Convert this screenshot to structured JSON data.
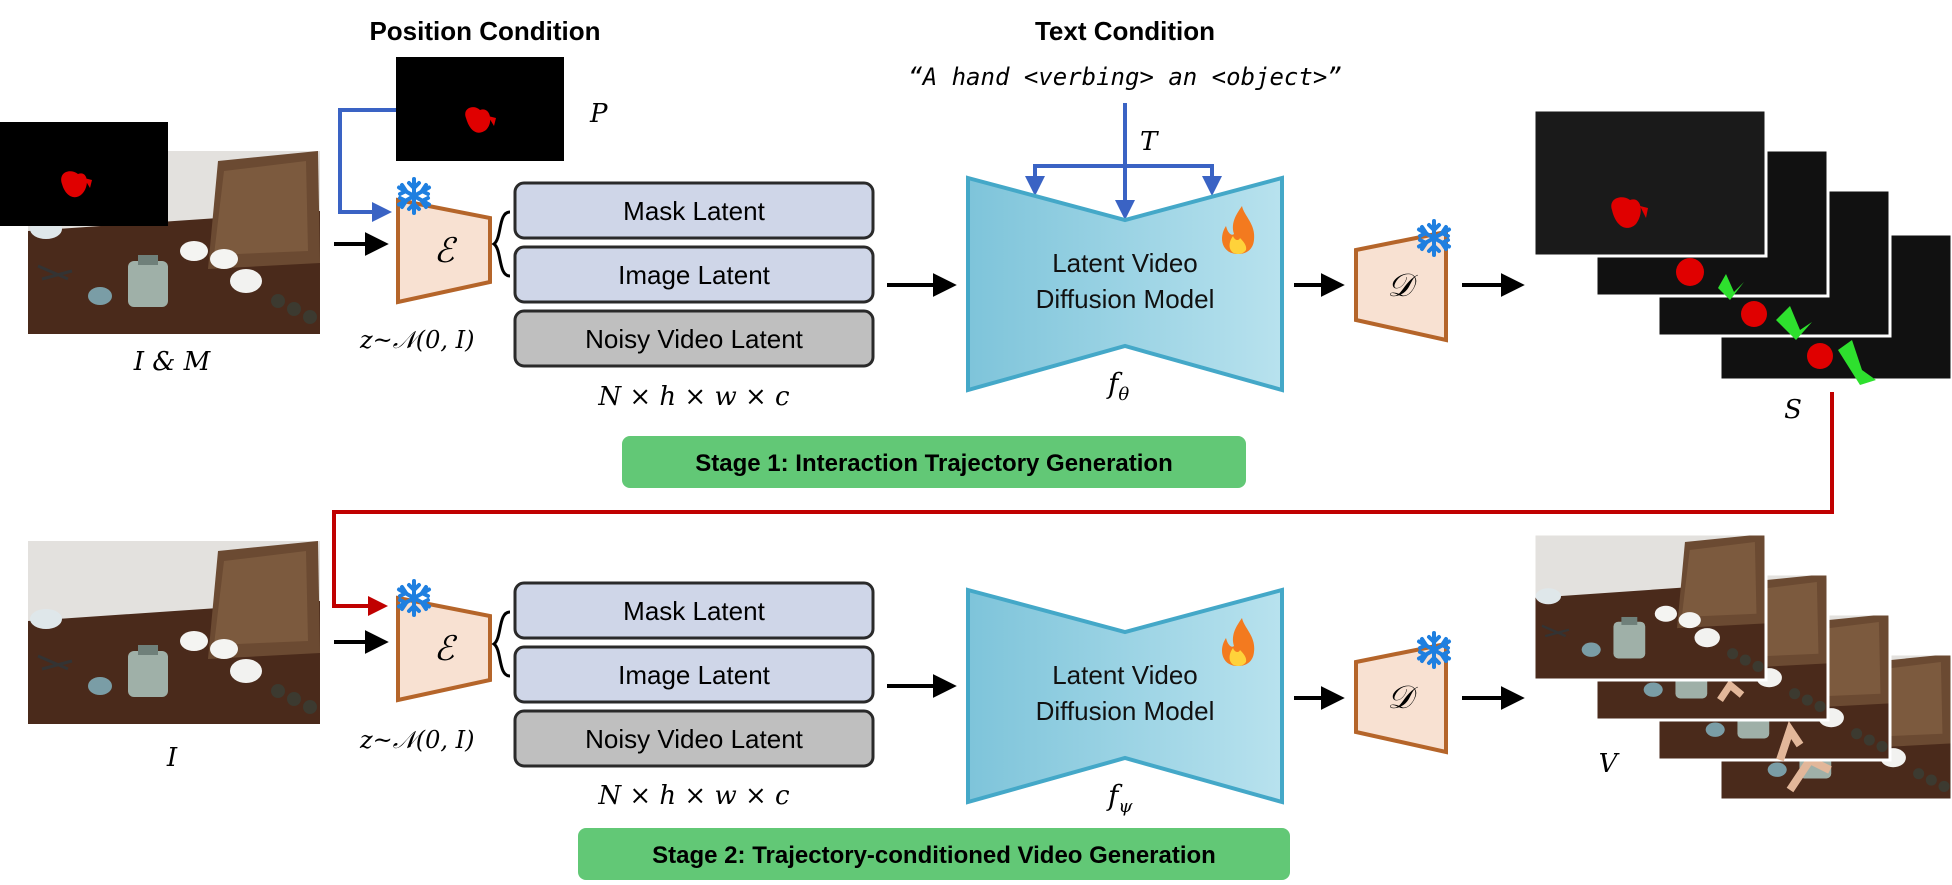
{
  "colors": {
    "blue_arrow": "#3a63c4",
    "red_arrow": "#c00000",
    "encoder_fill": "#f8e1d2",
    "encoder_stroke": "#b5652a",
    "latent_fill": "#cfd6e8",
    "noisy_fill": "#bfbfbf",
    "unet_left": "#7ec4da",
    "unet_right": "#b6e0ec",
    "unet_stroke": "#44a8c8",
    "stage_fill": "#62c876",
    "mask_red": "#e00000",
    "hand_green": "#2ee02e"
  },
  "stage1": {
    "position_condition": "Position Condition",
    "text_condition": "Text Condition",
    "prompt": "“A hand <verbing> an <object>”",
    "p_symbol": "P",
    "t_symbol": "T",
    "input_label": "I & M",
    "encoder": "ℰ",
    "noise": "z~𝒩(0, I)",
    "latents": [
      "Mask Latent",
      "Image Latent",
      "Noisy Video Latent"
    ],
    "dims": "N × h × w × c",
    "model_line1": "Latent Video",
    "model_line2": "Diffusion Model",
    "model_symbol": "f",
    "model_sub": "θ",
    "decoder": "𝒟",
    "output_symbol": "S",
    "stage_label": "Stage 1: Interaction Trajectory Generation"
  },
  "stage2": {
    "input_label": "I",
    "encoder": "ℰ",
    "noise": "z~𝒩(0, I)",
    "latents": [
      "Mask Latent",
      "Image Latent",
      "Noisy Video Latent"
    ],
    "dims": "N × h × w × c",
    "model_line1": "Latent Video",
    "model_line2": "Diffusion Model",
    "model_symbol": "f",
    "model_sub": "ψ",
    "decoder": "𝒟",
    "output_symbol": "V",
    "stage_label": "Stage 2: Trajectory-conditioned Video Generation"
  },
  "icons": {
    "frozen": "snowflake-icon",
    "trainable": "flame-icon"
  }
}
